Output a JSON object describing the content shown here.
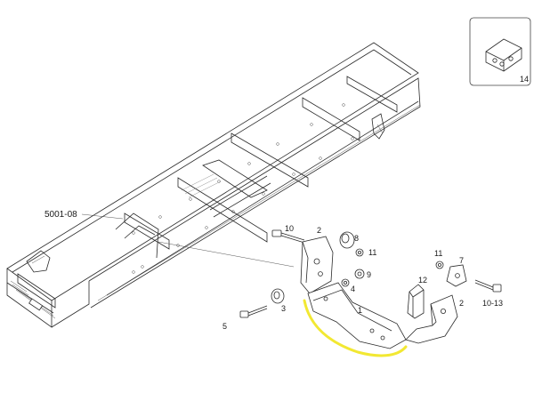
{
  "diagram": {
    "reference_label": "5001-08",
    "inset_callout": "14",
    "callouts": [
      "10",
      "2",
      "8",
      "11",
      "4",
      "9",
      "3",
      "5",
      "1",
      "11",
      "7",
      "12",
      "10-13",
      "2"
    ],
    "highlight_color": "#f2e832"
  }
}
